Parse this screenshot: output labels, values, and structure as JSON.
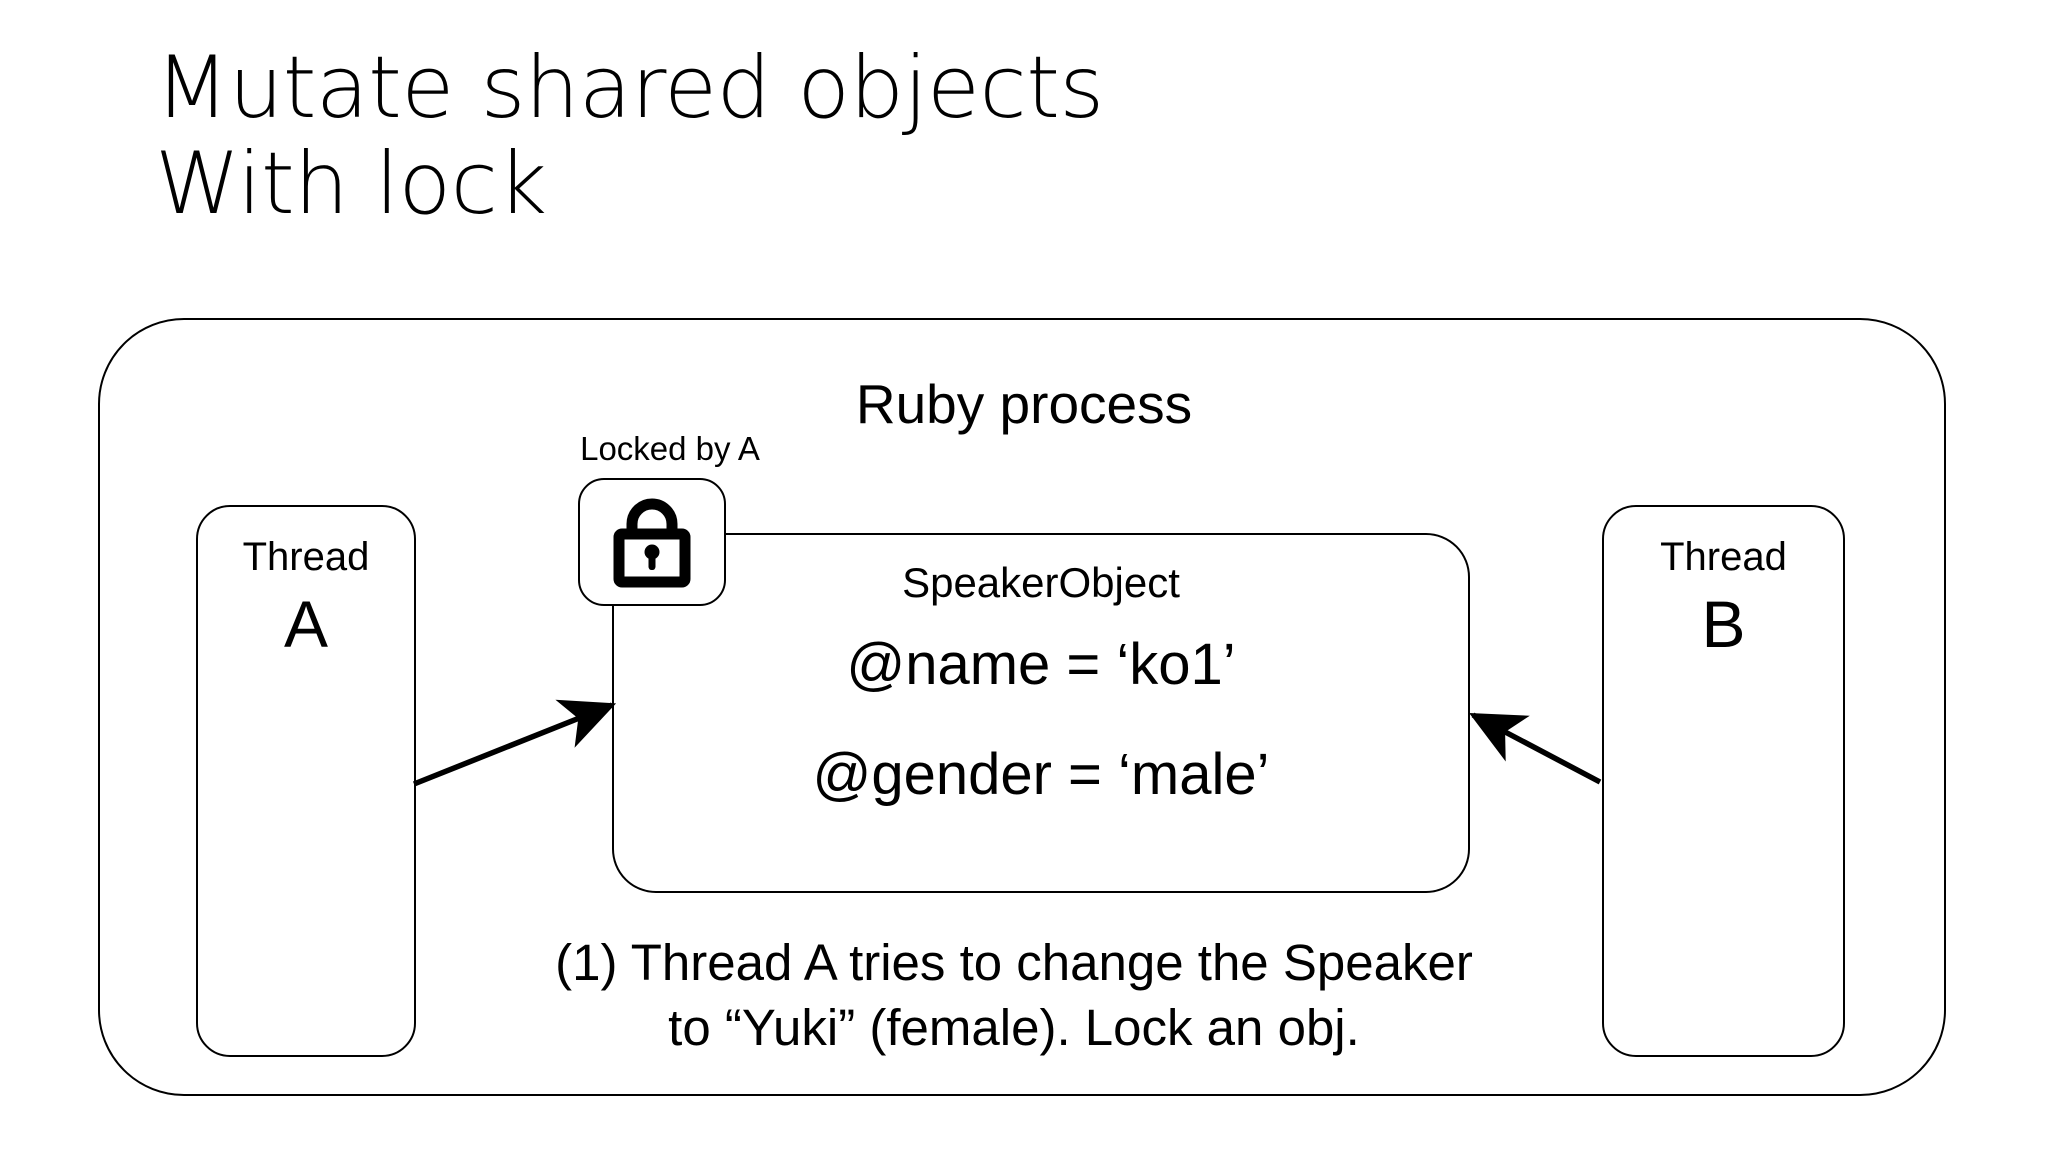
{
  "slide": {
    "title_lines": [
      "Mutate shared objects",
      "With lock"
    ],
    "background_color": "#ffffff",
    "stroke_color": "#000000"
  },
  "process": {
    "title": "Ruby process"
  },
  "threads": [
    {
      "label": "Thread",
      "letter": "A",
      "side": "left"
    },
    {
      "label": "Thread",
      "letter": "B",
      "side": "right"
    }
  ],
  "lock": {
    "label": "Locked by A",
    "icon": "lock-closed-icon",
    "state": "locked",
    "owner": "A"
  },
  "speaker_object": {
    "title": "SpeakerObject",
    "fields": [
      "@name = ‘ko1’",
      "@gender = ‘male’"
    ]
  },
  "caption": {
    "line_1": "(1) Thread A tries to change the Speaker",
    "line_2": "to “Yuki” (female). Lock an obj."
  },
  "arrows": [
    {
      "name": "thread-a-to-object-arrow",
      "from": "Thread A",
      "to": "SpeakerObject",
      "direction": "up-right"
    },
    {
      "name": "thread-b-to-object-arrow",
      "from": "Thread B",
      "to": "SpeakerObject",
      "direction": "up-left"
    }
  ]
}
